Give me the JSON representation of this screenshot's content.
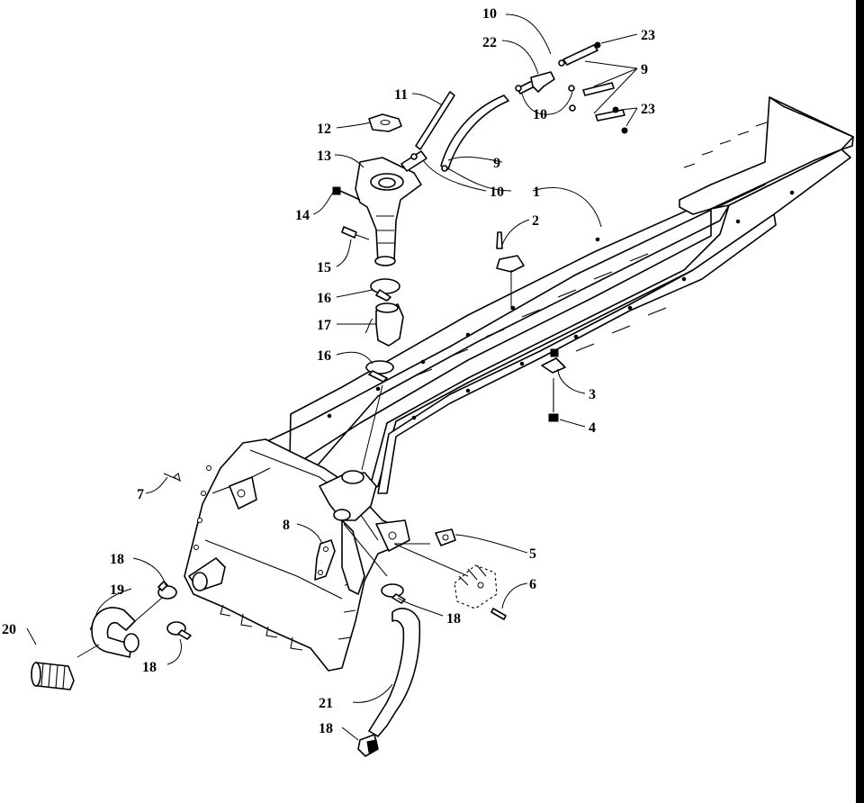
{
  "callouts": [
    "1",
    "2",
    "3",
    "4",
    "5",
    "6",
    "7",
    "8",
    "9",
    "10",
    "11",
    "12",
    "13",
    "14",
    "15",
    "16",
    "17",
    "18",
    "19",
    "20",
    "21",
    "22",
    "23"
  ],
  "colors": {
    "line": "#000000",
    "background": "#ffffff"
  }
}
